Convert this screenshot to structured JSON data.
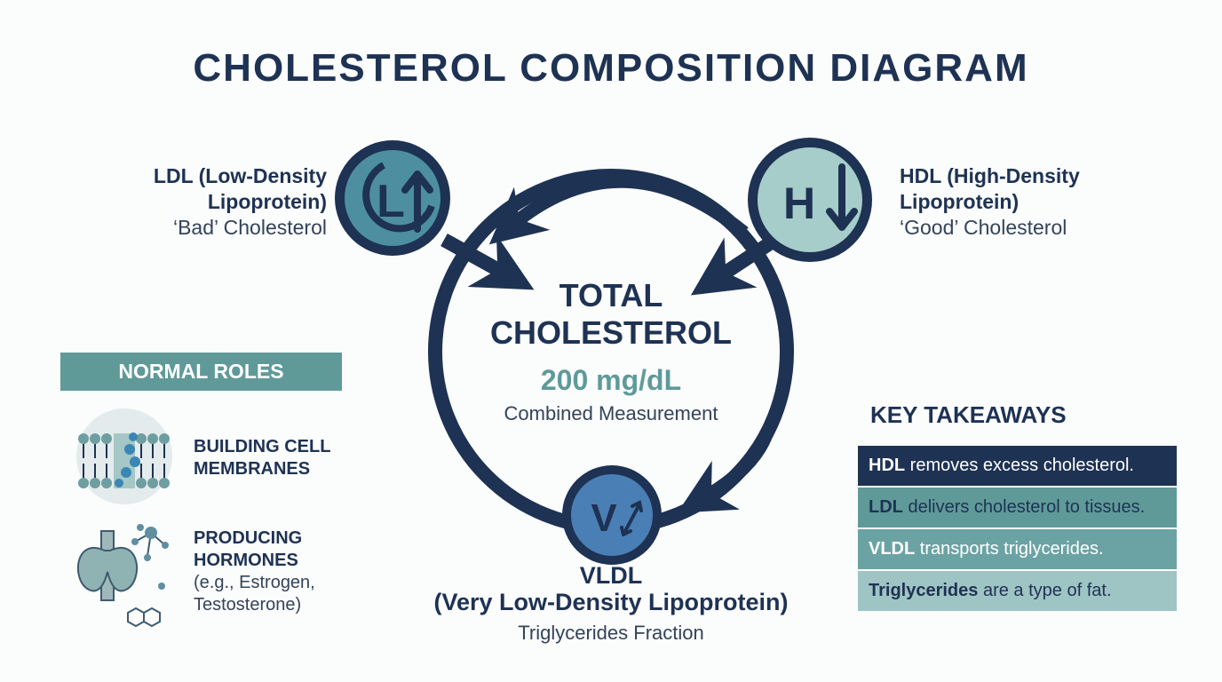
{
  "title": "CHOLESTEROL COMPOSITION DIAGRAM",
  "colors": {
    "navy": "#1e3253",
    "teal": "#5f9a99",
    "light_teal": "#9fc4c4",
    "ldl_fill": "#4d8fa0",
    "hdl_fill": "#a6cdc9",
    "vldl_fill": "#4a7fb6"
  },
  "nodes": {
    "ldl": {
      "letter": "L",
      "icon": "arrow-up-icon",
      "name_line1": "LDL (Low-Density",
      "name_line2": "Lipoprotein)",
      "role": "‘Bad’ Cholesterol"
    },
    "hdl": {
      "letter": "H",
      "icon": "arrow-down-icon",
      "name_line1": "HDL (High-Density",
      "name_line2": "Lipoprotein)",
      "role": "‘Good’ Cholesterol"
    },
    "vldl": {
      "letter": "V",
      "icon": "double-arrow-icon",
      "name_line1": "VLDL",
      "name_line2": "(Very Low-Density Lipoprotein)",
      "role": "Triglycerides Fraction"
    }
  },
  "center": {
    "line1": "TOTAL",
    "line2": "CHOLESTEROL",
    "value": "200 mg/dL",
    "subtitle": "Combined Measurement"
  },
  "normal_roles": {
    "header": "NORMAL ROLES",
    "items": [
      {
        "icon": "cell-membrane-icon",
        "bold_line1": "BUILDING CELL",
        "bold_line2": "MEMBRANES"
      },
      {
        "icon": "hormone-gland-icon",
        "bold_line1": "PRODUCING",
        "bold_line2": "HORMONES",
        "detail_line1": "(e.g., Estrogen,",
        "detail_line2": "Testosterone)"
      }
    ]
  },
  "key_takeaways": {
    "title": "KEY TAKEAWAYS",
    "items": [
      {
        "bold": "HDL",
        "text": " removes excess cholesterol."
      },
      {
        "bold": "LDL",
        "text": " delivers cholesterol to tissues."
      },
      {
        "bold": "VLDL",
        "text": " transports triglycerides."
      },
      {
        "bold": "Triglycerides",
        "text": " are a type of fat."
      }
    ]
  }
}
